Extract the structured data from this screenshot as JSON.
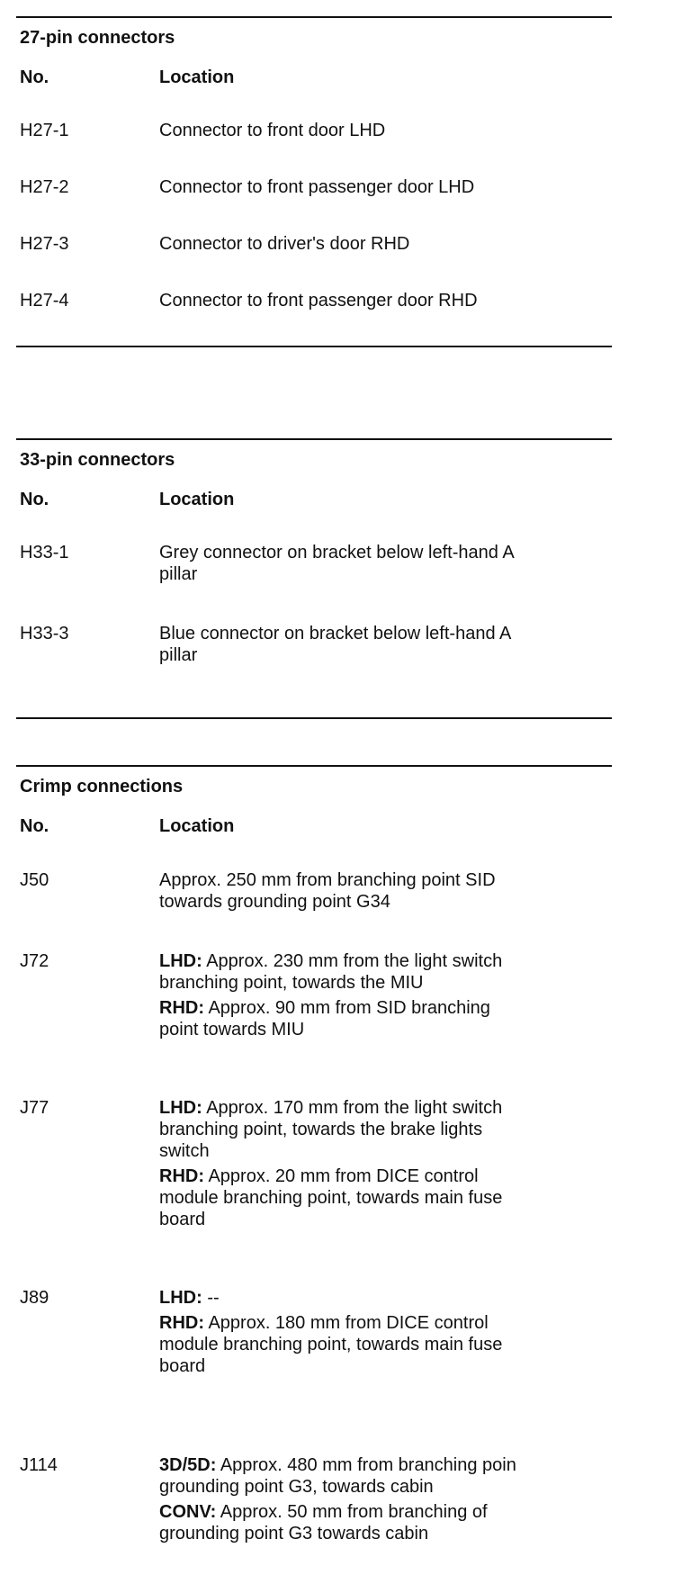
{
  "sections": {
    "s27": {
      "title": "27-pin connectors",
      "header_no": "No.",
      "header_location": "Location",
      "rows": [
        {
          "no": "H27-1",
          "location": "Connector to front door LHD"
        },
        {
          "no": "H27-2",
          "location": "Connector to front passenger door LHD"
        },
        {
          "no": "H27-3",
          "location": "Connector to driver's door RHD"
        },
        {
          "no": "H27-4",
          "location": "Connector to front passenger door RHD"
        }
      ]
    },
    "s33": {
      "title": "33-pin connectors",
      "header_no": "No.",
      "header_location": "Location",
      "rows": [
        {
          "no": "H33-1",
          "line1": "Grey connector on bracket below left-hand A",
          "line2": "pillar"
        },
        {
          "no": "H33-3",
          "line1": "Blue connector on bracket below left-hand A",
          "line2": "pillar"
        }
      ]
    },
    "crimp": {
      "title": "Crimp connections",
      "header_no": "No.",
      "header_location": "Location",
      "rows": [
        {
          "no": "J50",
          "line1": "Approx. 250 mm from branching point SID",
          "line2": "towards grounding point G34"
        },
        {
          "no": "J72",
          "a_label": "LHD:",
          "a_line1": "Approx. 230 mm from the light switch",
          "a_line2": "branching point, towards the MIU",
          "b_label": "RHD:",
          "b_line1": "Approx. 90 mm from SID branching",
          "b_line2": "point towards MIU"
        },
        {
          "no": "J77",
          "a_label": "LHD:",
          "a_line1": "Approx. 170 mm from the light switch",
          "a_line2": "branching point, towards the brake lights",
          "a_line3": "switch",
          "b_label": "RHD:",
          "b_line1": "Approx. 20 mm from DICE control",
          "b_line2": "module branching point, towards main fuse",
          "b_line3": "board"
        },
        {
          "no": "J89",
          "a_label": "LHD:",
          "a_line1": "--",
          "b_label": "RHD:",
          "b_line1": "Approx. 180 mm from DICE control",
          "b_line2": "module branching point, towards main fuse",
          "b_line3": "board"
        },
        {
          "no": "J114",
          "a_label": "3D/5D:",
          "a_line1": "Approx. 480 mm from branching poin",
          "a_line2": "grounding point G3, towards cabin",
          "b_label": "CONV:",
          "b_line1": "Approx. 50 mm from branching of",
          "b_line2": "grounding point G3 towards cabin"
        }
      ]
    }
  }
}
